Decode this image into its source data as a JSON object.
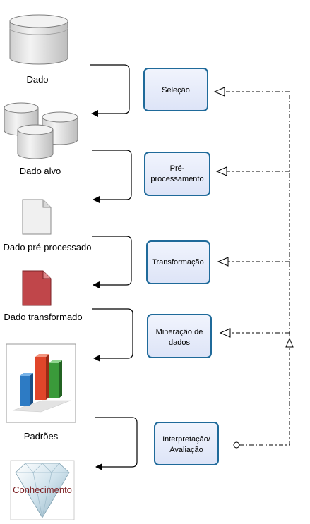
{
  "data_labels": {
    "dado": "Dado",
    "dado_alvo": "Dado alvo",
    "dado_pre": "Dado pré-processado",
    "dado_transformado": "Dado transformado",
    "padroes": "Padrões",
    "conhecimento": "Conhecimento"
  },
  "process_steps": {
    "selecao": "Seleção",
    "pre_line1": "Pré-",
    "pre_line2": "processamento",
    "transformacao": "Transformação",
    "mineracao_line1": "Mineração de",
    "mineracao_line2": "dados",
    "interp_line1": "Interpretação/",
    "interp_line2": "Avaliação"
  },
  "colors": {
    "box_fill": "#e6ecfb",
    "box_stroke": "#1f6a9a",
    "arrow": "#000000",
    "feedback_line": "#000000",
    "doc_red": "#c0464a",
    "doc_gray": "#f0f0f0",
    "cylinder": "#e6e6e6",
    "bar_blue": "#2d7bc4",
    "bar_red": "#e0452a",
    "bar_green": "#3a9a3a",
    "conhecimento_text": "#7b1e22"
  }
}
